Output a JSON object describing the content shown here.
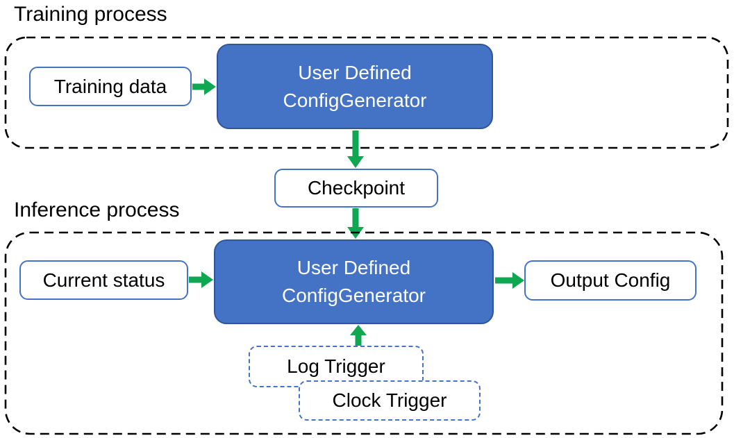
{
  "diagram": {
    "training": {
      "section_label": "Training process",
      "training_data": "Training data",
      "generator": {
        "line1": "User Defined",
        "line2": "ConfigGenerator"
      }
    },
    "checkpoint": "Checkpoint",
    "inference": {
      "section_label": "Inference process",
      "current_status": "Current status",
      "generator": {
        "line1": "User Defined",
        "line2": "ConfigGenerator"
      },
      "output_config": "Output Config",
      "log_trigger": "Log Trigger",
      "clock_trigger": "Clock Trigger"
    },
    "colors": {
      "generator_fill": "#4472c4",
      "generator_border": "#2f5597",
      "generator_text": "#ffffff",
      "box_border": "#4472c4",
      "trigger_border": "#4472c4",
      "arrow_green": "#0fa751",
      "container_border": "#000000",
      "text": "#000000",
      "background": "#ffffff"
    }
  }
}
